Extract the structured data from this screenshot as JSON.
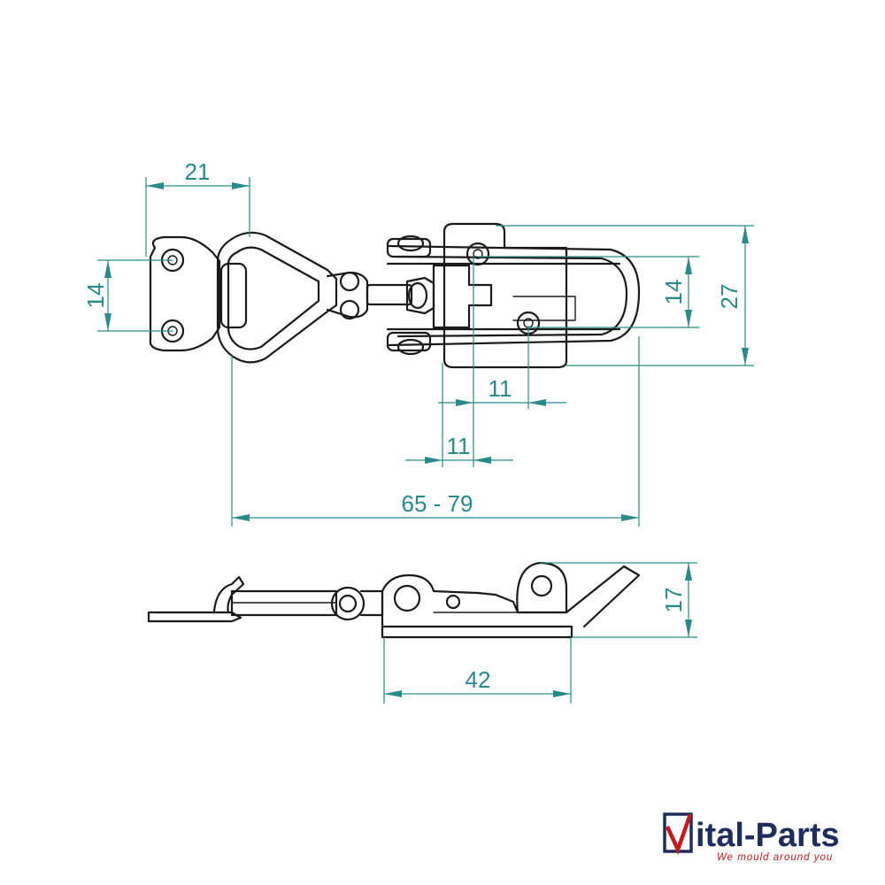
{
  "drawing": {
    "dimensions": {
      "top_width": "21",
      "left_hole_spacing": "14",
      "right_hole_spacing": "14",
      "total_height": "27",
      "offset_upper": "11",
      "offset_lower": "11",
      "length_range": "65 - 79",
      "side_height": "17",
      "base_length": "42"
    },
    "colors": {
      "outline": "#1a1a1a",
      "dimension": "#2a8a8a",
      "logo_blue": "#1f2d5c",
      "logo_red": "#c8181e"
    }
  },
  "logo": {
    "brand": "ital-Parts",
    "tagline": "We mould around you"
  }
}
